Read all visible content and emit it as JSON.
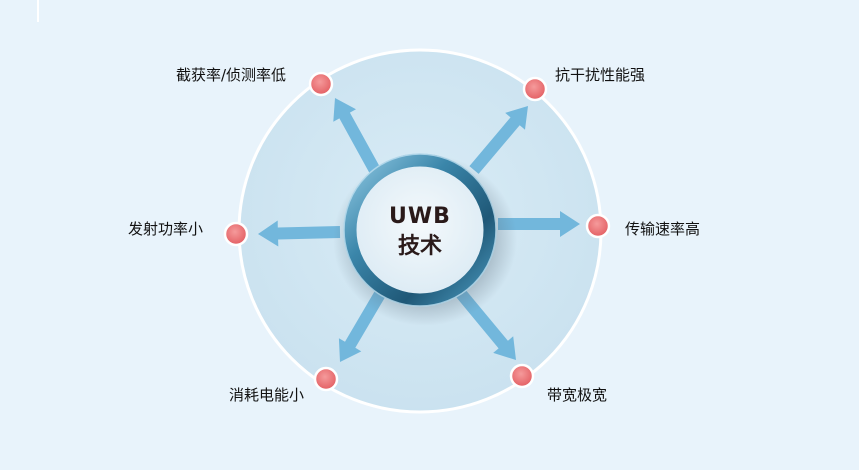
{
  "center": {
    "line1": "UWB",
    "line2": "技术"
  },
  "features": [
    {
      "id": "low-detect",
      "label": "截获率/侦测率低"
    },
    {
      "id": "anti-interference",
      "label": "抗干扰性能强"
    },
    {
      "id": "high-rate",
      "label": "传输速率高"
    },
    {
      "id": "wide-band",
      "label": "带宽极宽"
    },
    {
      "id": "low-consumption",
      "label": "消耗电能小"
    },
    {
      "id": "low-power",
      "label": "发射功率小"
    }
  ],
  "colors": {
    "background": "#e8f3fb",
    "disc": "#cfe5f2",
    "disc_border": "#ffffff",
    "arrow": "#72b7dc",
    "dot_fill": "#ee6f72",
    "dot_border": "#ffffff",
    "ring": "#2d6e8e",
    "text": "#111111"
  }
}
